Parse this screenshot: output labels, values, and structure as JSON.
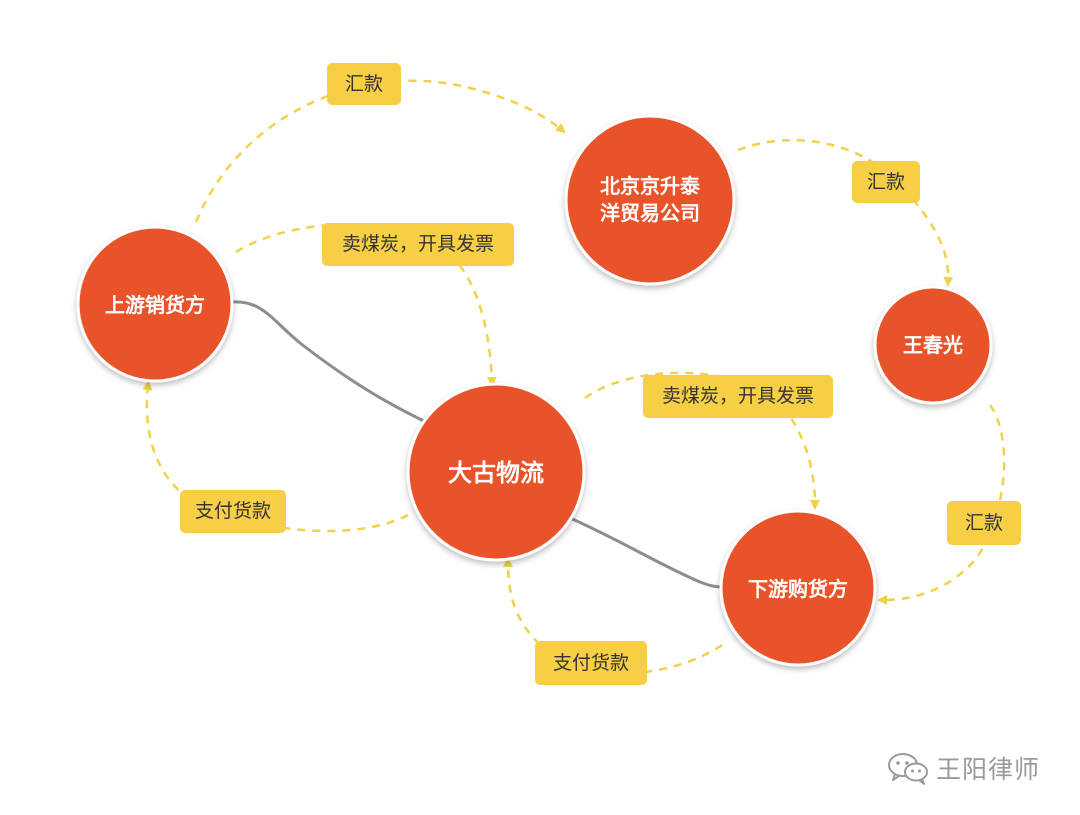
{
  "nodes": {
    "upstream": {
      "label": "上游销货方"
    },
    "beijing": {
      "line1": "北京京升泰",
      "line2": "洋贸易公司"
    },
    "wang": {
      "label": "王春光"
    },
    "dagu": {
      "label": "大古物流"
    },
    "downstream": {
      "label": "下游购货方"
    }
  },
  "labels": {
    "remit_top": "汇款",
    "remit_right": "汇款",
    "remit_lower_right": "汇款",
    "sell_coal_left": "卖煤炭，开具发票",
    "sell_coal_right": "卖煤炭，开具发票",
    "pay_left": "支付货款",
    "pay_bottom": "支付货款"
  },
  "watermark": {
    "text": "王阳律师",
    "icon": "wechat-icon"
  },
  "colors": {
    "node_fill": "#e9532a",
    "label_fill": "#f6cf46",
    "arrow": "#f0d24a",
    "link": "#8a8d92"
  }
}
